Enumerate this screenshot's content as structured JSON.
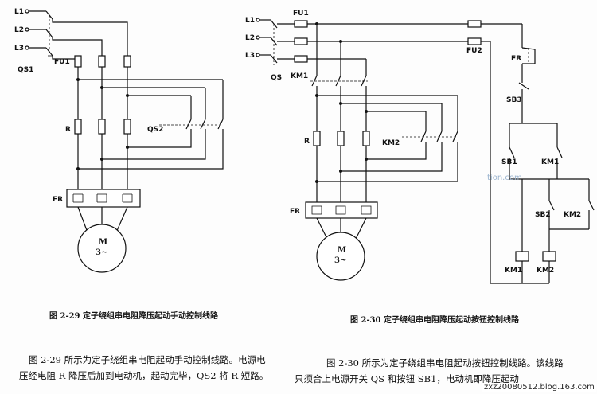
{
  "fig29": {
    "lines": [
      "L1",
      "L2",
      "L3"
    ],
    "qs1": "QS1",
    "fu1": "FU1",
    "r": "R",
    "qs2": "QS2",
    "fr": "FR",
    "motor_m": "M",
    "motor_phase": "3~",
    "caption": "图 2-29   定子绕组串电阻降压起动手动控制线路"
  },
  "fig30": {
    "lines": [
      "L1",
      "L2",
      "L3"
    ],
    "qs": "QS",
    "fu1": "FU1",
    "fu2": "FU2",
    "km1": "KM1",
    "r": "R",
    "km2": "KM2",
    "fr": "FR",
    "motor_m": "M",
    "motor_phase": "3~",
    "ctrl_fr": "FR",
    "sb3": "SB3",
    "sb1": "SB1",
    "km1_aux": "KM1",
    "sb2": "SB2",
    "km2_aux": "KM2",
    "coil_km1": "KM1",
    "coil_km2": "KM2",
    "caption": "图 2-30   定子绕组串电阻降压起动按钮控制线路"
  },
  "text_left": {
    "line1": "图 2-29 所示为定子绕组串电阻起动手动控制线路。电源电",
    "line2": "压经电阻 R 降压后加到电动机，起动完毕，QS2 将 R 短路。"
  },
  "text_right": {
    "line1": "图 2-30 所示为定子绕组串电阻起动按钮控制线路。该线路",
    "line2": "只须合上电源开关 QS 和按钮 SB1，电动机即降压起动"
  },
  "watermark": "zxz20080512.blog.163.com",
  "watermark_faint": "tion.com"
}
